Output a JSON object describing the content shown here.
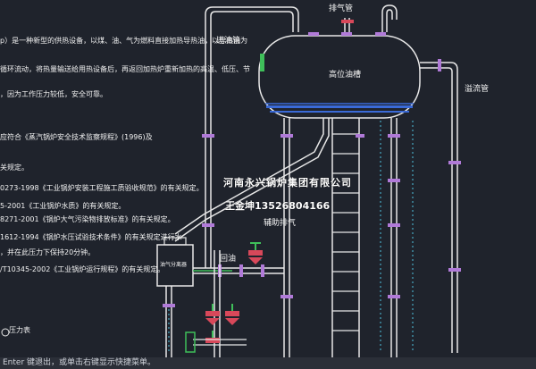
{
  "notes": [
    "p）是一种新型的供热设备，以煤、油、气为燃料直接加热导热油，以导热油为",
    "循环流动，将热量输送给用热设备后，再返回加热炉重新加热的高温、低压、节",
    "，因为工作压力较低，安全可靠。",
    "应符合《蒸汽锅炉安全技术监察规程》(1996)及",
    "关规定。",
    "0273-1998《工业锅炉安装工程施工质验收规范》的有关规定。",
    "5-2001《工业锅炉水质》的有关规定。",
    "8271-2001《锅炉大气污染物排放标准》的有关规定。",
    "1612-1994《锅炉水压试验技术条件》的有关规定进行水",
    "，并在此压力下保持20分钟。",
    "/T10345-2002《工业锅炉运行规程》的有关规定。",
    "压力表"
  ],
  "labels": {
    "inlet_pipe": "进油管",
    "vent_pipe": "排气管",
    "tank": "高位油槽",
    "overflow_pipe": "溢流管",
    "aux_exhaust": "辅助排气",
    "return_oil": "回油",
    "separator": "油气分离器"
  },
  "watermark": {
    "company": "河南永兴锅炉集团有限公司",
    "contact": "王金坤13526804166"
  },
  "command_line": "Enter 键退出，或单击右键显示快捷菜单。",
  "colors": {
    "background": "#1f232c",
    "pipe": "#e8e8e8",
    "flange": "#b07ad8",
    "valve": "#d8485a",
    "valve_green": "#3fbf5a",
    "water_blue": "#3a6ad8",
    "cyan": "#4fc3e0"
  }
}
